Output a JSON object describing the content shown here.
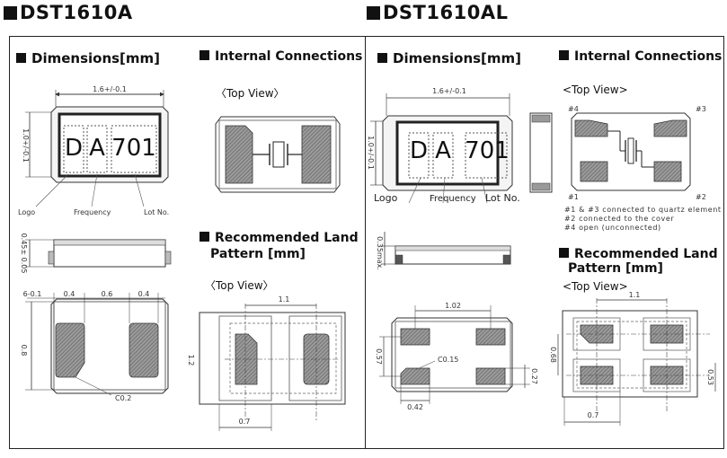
{
  "titles": {
    "left": "DST1610A",
    "right": "DST1610AL"
  },
  "left": {
    "dimensions_title": "Dimensions[mm]",
    "internal_title": "Internal Connections",
    "internal_view": "〈Top View〉",
    "land_title_line1": "Recommended Land",
    "land_title_line2": "Pattern [mm]",
    "land_view": "〈Top View〉",
    "dims": {
      "width": "1.6+/-0.1",
      "height": "1.0+/-0.1",
      "thickness": "0.45± 0.05",
      "pad_offset": "6-0.1",
      "pad_a": "0.4",
      "pad_gap": "0.6",
      "pad_b": "0.4",
      "pad_len": "0.8",
      "chamfer": "C0.2"
    },
    "marking": {
      "logo_char": "D",
      "freq_char": "A",
      "lot_text": "701",
      "logo_label": "Logo",
      "freq_label": "Frequency",
      "lot_label": "Lot  No."
    },
    "land": {
      "pitch": "1.1",
      "height": "1.2",
      "pad_width": "0.7"
    }
  },
  "right": {
    "dimensions_title": "Dimensions[mm]",
    "internal_title": "Internal Connections",
    "internal_view": "<Top View>",
    "land_title_line1": "Recommended Land",
    "land_title_line2": "Pattern [mm]",
    "land_view": "<Top View>",
    "dims": {
      "width": "1.6+/-0.1",
      "height": "1.0+/-0.1",
      "thickness": "0.35max.",
      "pad_pitch": "1.02",
      "pad_span": "0.57",
      "chamfer": "C0.15",
      "pad_h": "0.27",
      "pad_w": "0.42"
    },
    "marking": {
      "logo_char": "D",
      "freq_char": "A",
      "lot_text": "701",
      "logo_label": "Logo",
      "freq_label": "Frequency",
      "lot_label": "Lot  No."
    },
    "pins": {
      "p1": "#1",
      "p2": "#2",
      "p3": "#3",
      "p4": "#4"
    },
    "notes": [
      "#1  &  #3  connected  to  quartz  element",
      "#2  connected  to  the  cover",
      "#4  open  (unconnected)"
    ],
    "land": {
      "pitch": "1.1",
      "height": "0.68",
      "pad_h": "0.53",
      "pad_width": "0.7"
    }
  }
}
